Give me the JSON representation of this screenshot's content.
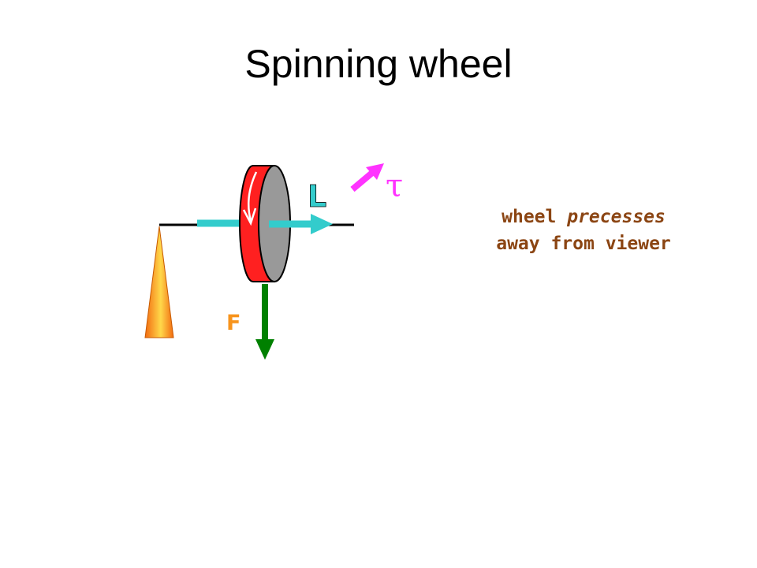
{
  "title": "Spinning wheel",
  "diagram": {
    "label_L": "L",
    "label_tau": "τ",
    "label_F": "F"
  },
  "caption": {
    "word1": "wheel",
    "word2_italic": "precesses",
    "line2": "away from viewer"
  },
  "colors": {
    "angular_momentum_arrow": "#33cccc",
    "torque_arrow": "#ff33ff",
    "force_arrow": "#008000",
    "wheel_rim": "#ff2020",
    "wheel_face": "#999999",
    "pivot": "#f7941d",
    "caption_text": "#8b4513"
  }
}
